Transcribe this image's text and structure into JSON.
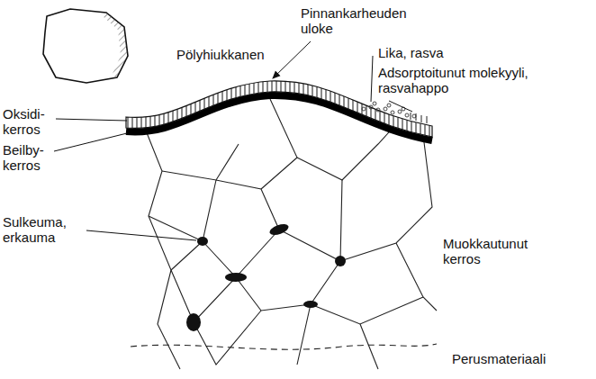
{
  "diagram": {
    "labels": [
      "Pölyhiukkanen",
      "Pinnankarheuden uloke",
      "Lika, rasva",
      "Adsorptoitunut molekyyli, rasvahappo",
      "Oksidi- kerros",
      "Beilby- kerros",
      "Sulkeuma, erkauma",
      "Muokkautunut kerros",
      "Perusmateriaali"
    ]
  }
}
